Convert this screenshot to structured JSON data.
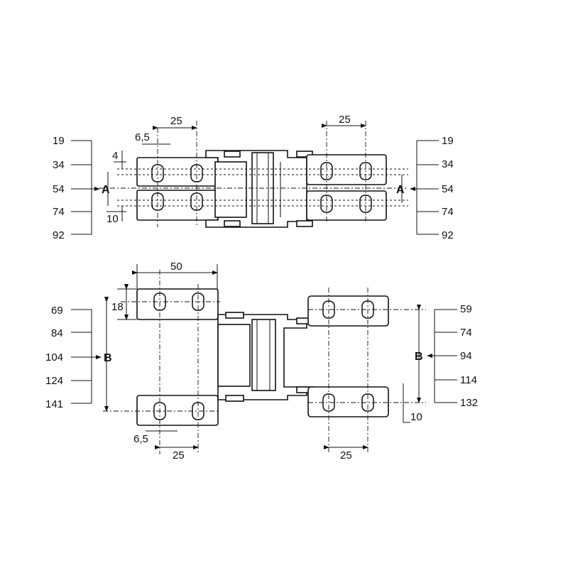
{
  "top": {
    "dim_pitch_left": "25",
    "dim_hole": "6,5",
    "dim_4": "4",
    "dim_10": "10",
    "dim_pitch_right": "25",
    "marker_a_left": "A",
    "marker_a_right": "A",
    "scale_left": [
      "19",
      "34",
      "54",
      "74",
      "92"
    ],
    "scale_right": [
      "19",
      "34",
      "54",
      "74",
      "92"
    ]
  },
  "bottom": {
    "dim_width": "50",
    "dim_18": "18",
    "dim_hole": "6,5",
    "dim_pitch_left": "25",
    "dim_pitch_right": "25",
    "dim_10": "10",
    "marker_b_left": "B",
    "marker_b_right": "B",
    "scale_left": [
      "69",
      "84",
      "104",
      "124",
      "141"
    ],
    "scale_right": [
      "59",
      "74",
      "94",
      "114",
      "132"
    ]
  }
}
